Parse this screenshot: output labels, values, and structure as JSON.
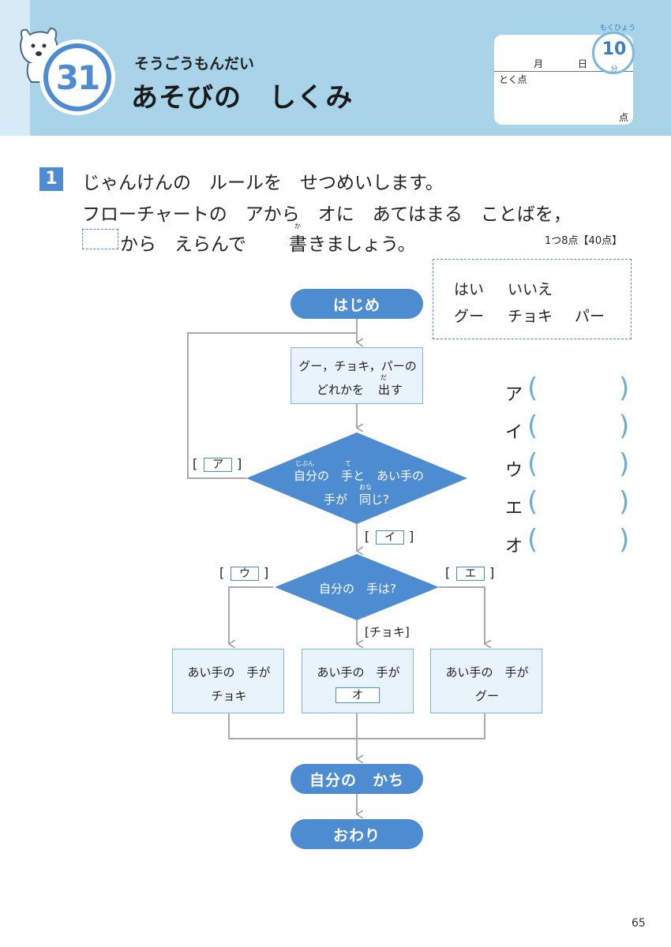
{
  "header": {
    "number": "31",
    "subtitle": "そうごうもんだい",
    "title": "あそびの　しくみ",
    "score": {
      "month_label": "月",
      "day_label": "日",
      "score_label": "とく点",
      "points_unit": "点",
      "target_label": "もくひょう",
      "target_time": "10",
      "target_unit": "分"
    }
  },
  "question": {
    "number": "1",
    "line1": "じゃんけんの　ルールを　せつめいします。",
    "line2": "フローチャートの　アから　オに　あてはまる　ことばを，",
    "line3a": "から　えらんで　",
    "line3b": "書",
    "line3b_ruby": "か",
    "line3c": "きましょう。",
    "points": "1つ8点【40点】"
  },
  "choices": {
    "row1": [
      "はい",
      "いいえ"
    ],
    "row2": [
      "グー",
      "チョキ",
      "パー"
    ]
  },
  "flowchart": {
    "start": "はじめ",
    "step1_line1": "グー，チョキ，パーの",
    "step1_line2a": "どれかを　",
    "step1_line2b": "出",
    "step1_ruby": "だ",
    "step1_line2c": "す",
    "decision1_line1": "自分の　手と　あい手の",
    "decision1_line2": "手が　同じ?",
    "decision1_ruby1": "じぶん",
    "decision1_ruby2": "て",
    "decision1_ruby3": "おな",
    "label_a": "ア",
    "label_i": "イ",
    "decision2": "自分の　手は?",
    "label_u": "ウ",
    "label_e": "エ",
    "label_choki": "[チョキ]",
    "result1_line1": "あい手の　手が",
    "result1_line2": "チョキ",
    "result2_line1": "あい手の　手が",
    "result2_blank": "オ",
    "result3_line1": "あい手の　手が",
    "result3_line2": "グー",
    "win": "自分の　かち",
    "end": "おわり"
  },
  "answers": [
    "ア",
    "イ",
    "ウ",
    "エ",
    "オ"
  ],
  "page_number": "65"
}
